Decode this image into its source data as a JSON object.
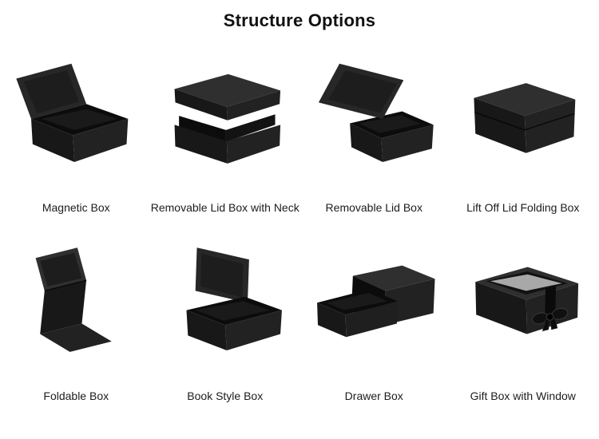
{
  "page": {
    "title": "Structure Options",
    "background": "#ffffff",
    "title_color": "#111111",
    "label_color": "#1c1c1c",
    "box_color": "#1a1a1a"
  },
  "products": {
    "items": [
      {
        "label": "Magnetic Box",
        "image": "magnetic-box-image"
      },
      {
        "label": "Removable Lid Box with Neck",
        "image": "removable-lid-box-with-neck-image"
      },
      {
        "label": "Removable Lid Box",
        "image": "removable-lid-box-image"
      },
      {
        "label": "Lift Off Lid Folding Box",
        "image": "lift-off-lid-folding-box-image"
      },
      {
        "label": "Foldable Box",
        "image": "foldable-box-image"
      },
      {
        "label": "Book Style Box",
        "image": "book-style-box-image"
      },
      {
        "label": "Drawer Box",
        "image": "drawer-box-image"
      },
      {
        "label": "Gift Box with Window",
        "image": "gift-box-with-window-image"
      }
    ]
  }
}
